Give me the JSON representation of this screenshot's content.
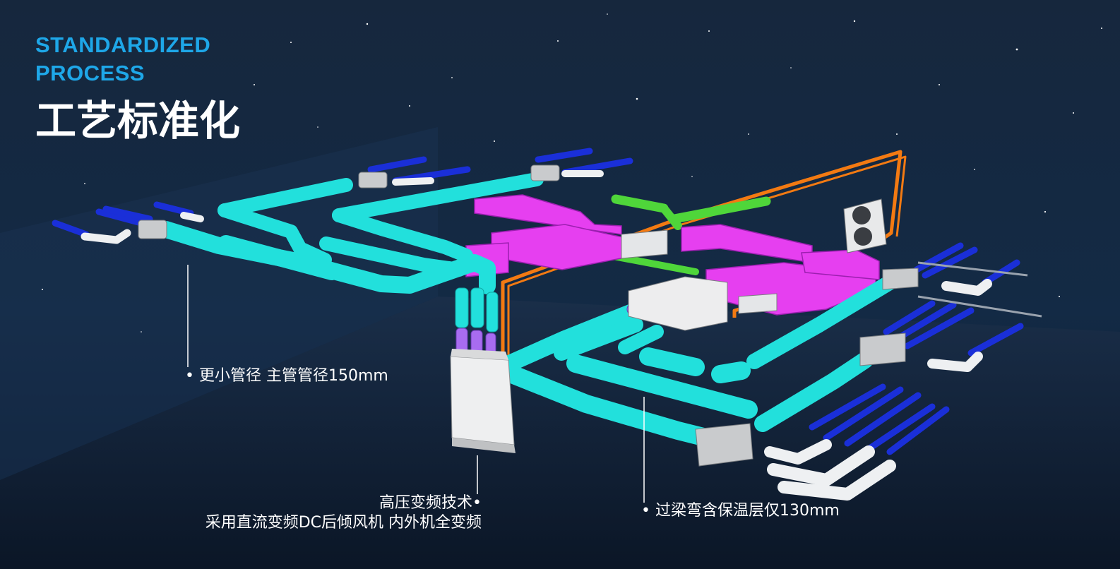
{
  "header": {
    "title_en_line1": "STANDARDIZED",
    "title_en_line2": "PROCESS",
    "title_cn": "工艺标准化"
  },
  "callouts": {
    "pipe_diameter": "• 更小管径 主管管径150mm",
    "dc_fan_line1": "高压变频技术•",
    "dc_fan_line2": "采用直流变频DC后倾风机 内外机全变频",
    "beam_bend": "• 过梁弯含保温层仅130mm"
  },
  "colors": {
    "background_top": "#14263f",
    "background_bottom": "#071223",
    "accent_blue": "#1ea7e8",
    "duct_cyan": "#22e0dc",
    "duct_magenta": "#e63ff0",
    "pipe_blue": "#1a2fd8",
    "pipe_green": "#4fd63a",
    "pipe_orange": "#f37a12",
    "unit_gray": "#c9cbcd"
  }
}
